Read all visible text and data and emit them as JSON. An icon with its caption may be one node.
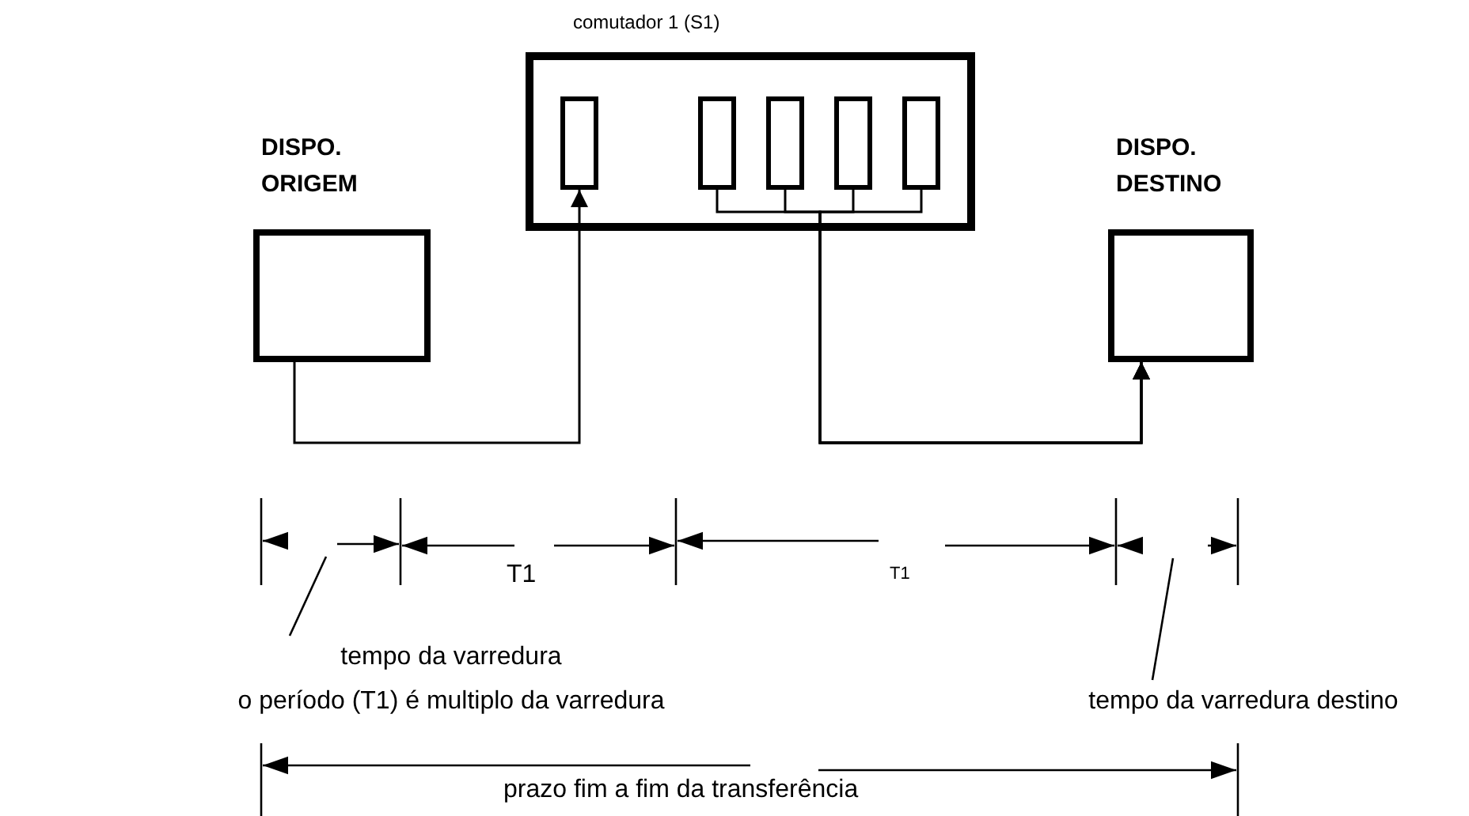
{
  "diagram": {
    "nodes": [
      {
        "text": [
          "DISPO. ORIGEM"
        ]
      },
      {
        "text": [
          "comutador 1 (S1)"
        ]
      },
      {
        "text": [],
        "shape": "box",
        "in": 1
      },
      {
        "text": [],
        "shape": "box",
        "in": 1
      },
      {
        "text": [],
        "shape": "box",
        "in": 1
      },
      {
        "text": [],
        "shape": "box",
        "in": 1
      },
      {
        "text": [],
        "shape": "box",
        "in": 1
      },
      {
        "text": [
          "DISPO. DESTINO"
        ]
      },
      {
        "text": [
          "tempo da varredura",
          "o período (T1) é multiplo da varredura"
        ]
      },
      {
        "text": [
          "tempo da varredura destino"
        ]
      }
    ],
    "edges": [
      {
        "from": 0,
        "to": 2,
        "arrow": "to"
      },
      {
        "from": 3,
        "to": 7,
        "arrow": "to"
      },
      {
        "from": 4,
        "to": 7,
        "arrow": "to"
      },
      {
        "from": 5,
        "to": 7,
        "arrow": "to"
      },
      {
        "from": 6,
        "to": 7,
        "arrow": "to"
      },
      {
        "from": 8,
        "to": null,
        "arrow": "none"
      },
      {
        "from": 9,
        "to": null,
        "arrow": "none"
      }
    ],
    "labels": [
      "T1",
      "T1",
      "prazo fim a fim da transferência"
    ]
  }
}
